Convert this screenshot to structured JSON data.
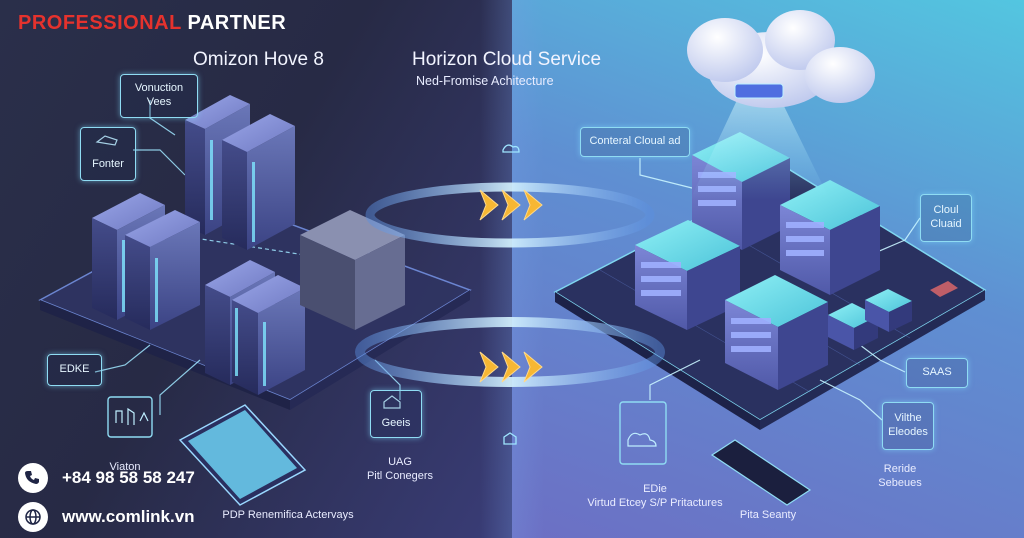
{
  "brand": {
    "word1": "PROFESSIONAL",
    "word2": "PARTNER"
  },
  "titles": {
    "left": "Omizon Hove 8",
    "right": "Horizon  Cloud Service",
    "subtitle": "Ned-Fromise  Achitecture"
  },
  "labels": {
    "vonuction": "Vonuction\nVees",
    "fonter": "Fonter",
    "edke": "EDKE",
    "geeis": "Geeis",
    "conteral": "Conteral Cloual ad",
    "cloud_cluaid": "Cloul\nCluaid",
    "saas": "SAAS",
    "vilthe": "Vilthe\nEleodes",
    "viaton": "Viaton",
    "uag": "UAG\nPitl Conegers",
    "pdp": "PDP Renemifica Actervays",
    "edie": "EDie\nVirtud Etcey S/P Pritactures",
    "pita": "Pita Seanty",
    "reride": "Reride\nSebeues"
  },
  "contact": {
    "phone": "+84 98 58 58 247",
    "website": "www.comlink.vn"
  },
  "icons": [
    "phone-icon",
    "globe-icon",
    "cloud-icon",
    "lock-icon",
    "chevron-arrow-icon"
  ],
  "colors": {
    "brand_red": "#e5322d",
    "neon": "#8fdcf3",
    "arrow": "#f7b733"
  }
}
